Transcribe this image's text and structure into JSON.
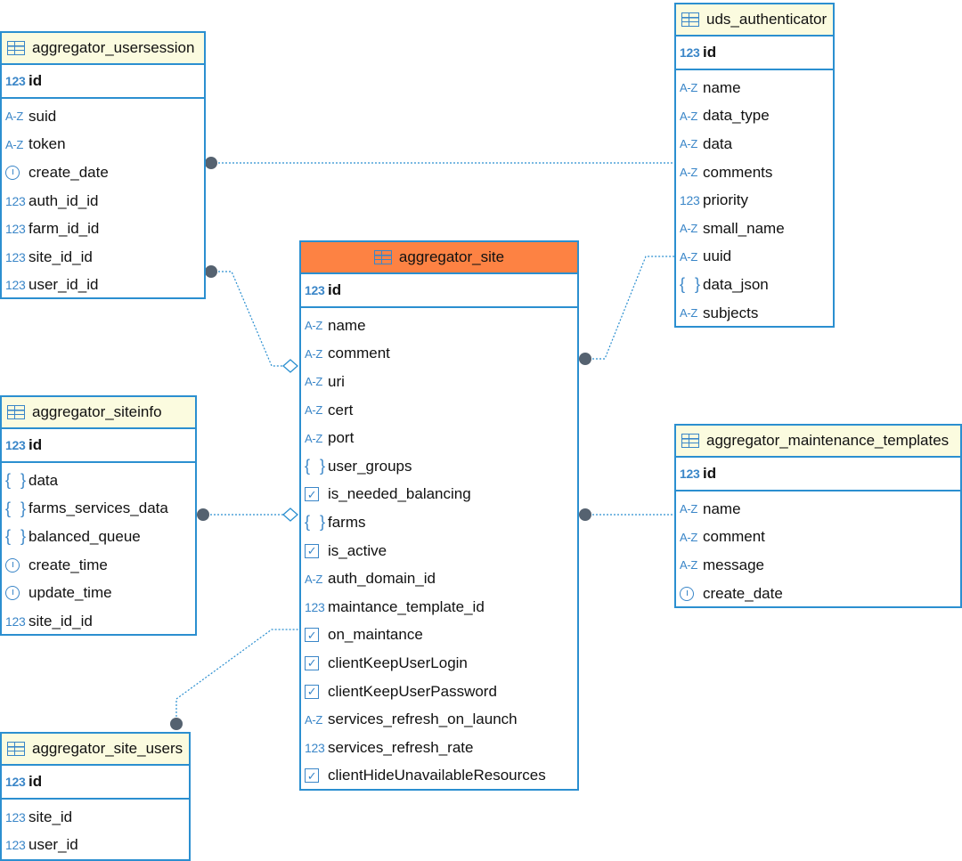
{
  "entities": {
    "aggregator_usersession": {
      "title": "aggregator_usersession",
      "pk": {
        "type": "123",
        "name": "id"
      },
      "columns": [
        {
          "type": "A-Z",
          "name": "suid"
        },
        {
          "type": "A-Z",
          "name": "token"
        },
        {
          "type": "clock",
          "name": "create_date"
        },
        {
          "type": "123",
          "name": "auth_id_id"
        },
        {
          "type": "123",
          "name": "farm_id_id"
        },
        {
          "type": "123",
          "name": "site_id_id"
        },
        {
          "type": "123",
          "name": "user_id_id"
        }
      ]
    },
    "uds_authenticator": {
      "title": "uds_authenticator",
      "pk": {
        "type": "123",
        "name": "id"
      },
      "columns": [
        {
          "type": "A-Z",
          "name": "name"
        },
        {
          "type": "A-Z",
          "name": "data_type"
        },
        {
          "type": "A-Z",
          "name": "data"
        },
        {
          "type": "A-Z",
          "name": "comments"
        },
        {
          "type": "123",
          "name": "priority"
        },
        {
          "type": "A-Z",
          "name": "small_name"
        },
        {
          "type": "A-Z",
          "name": "uuid"
        },
        {
          "type": "{ }",
          "name": "data_json"
        },
        {
          "type": "A-Z",
          "name": "subjects"
        }
      ]
    },
    "aggregator_site": {
      "title": "aggregator_site",
      "pk": {
        "type": "123",
        "name": "id"
      },
      "columns": [
        {
          "type": "A-Z",
          "name": "name"
        },
        {
          "type": "A-Z",
          "name": "comment"
        },
        {
          "type": "A-Z",
          "name": "uri"
        },
        {
          "type": "A-Z",
          "name": "cert"
        },
        {
          "type": "A-Z",
          "name": "port"
        },
        {
          "type": "{ }",
          "name": "user_groups"
        },
        {
          "type": "check",
          "name": "is_needed_balancing"
        },
        {
          "type": "{ }",
          "name": "farms"
        },
        {
          "type": "check",
          "name": "is_active"
        },
        {
          "type": "A-Z",
          "name": "auth_domain_id"
        },
        {
          "type": "123",
          "name": "maintance_template_id"
        },
        {
          "type": "check",
          "name": "on_maintance"
        },
        {
          "type": "check",
          "name": "clientKeepUserLogin"
        },
        {
          "type": "check",
          "name": "clientKeepUserPassword"
        },
        {
          "type": "A-Z",
          "name": "services_refresh_on_launch"
        },
        {
          "type": "123",
          "name": "services_refresh_rate"
        },
        {
          "type": "check",
          "name": "clientHideUnavailableResources"
        }
      ]
    },
    "aggregator_siteinfo": {
      "title": "aggregator_siteinfo",
      "pk": {
        "type": "123",
        "name": "id"
      },
      "columns": [
        {
          "type": "{ }",
          "name": "data"
        },
        {
          "type": "{ }",
          "name": "farms_services_data"
        },
        {
          "type": "{ }",
          "name": "balanced_queue"
        },
        {
          "type": "clock",
          "name": "create_time"
        },
        {
          "type": "clock",
          "name": "update_time"
        },
        {
          "type": "123",
          "name": "site_id_id"
        }
      ]
    },
    "aggregator_maintenance_templates": {
      "title": "aggregator_maintenance_templates",
      "pk": {
        "type": "123",
        "name": "id"
      },
      "columns": [
        {
          "type": "A-Z",
          "name": "name"
        },
        {
          "type": "A-Z",
          "name": "comment"
        },
        {
          "type": "A-Z",
          "name": "message"
        },
        {
          "type": "clock",
          "name": "create_date"
        }
      ]
    },
    "aggregator_site_users": {
      "title": "aggregator_site_users",
      "pk": {
        "type": "123",
        "name": "id"
      },
      "columns": [
        {
          "type": "123",
          "name": "site_id"
        },
        {
          "type": "123",
          "name": "user_id"
        }
      ]
    }
  },
  "colors": {
    "border": "#2b8fd0",
    "header_bg": "#fbfbdf",
    "main_header_bg": "#fd8243",
    "icon": "#3a86c8",
    "link": "#2b8fd0",
    "dot": "#556270"
  }
}
